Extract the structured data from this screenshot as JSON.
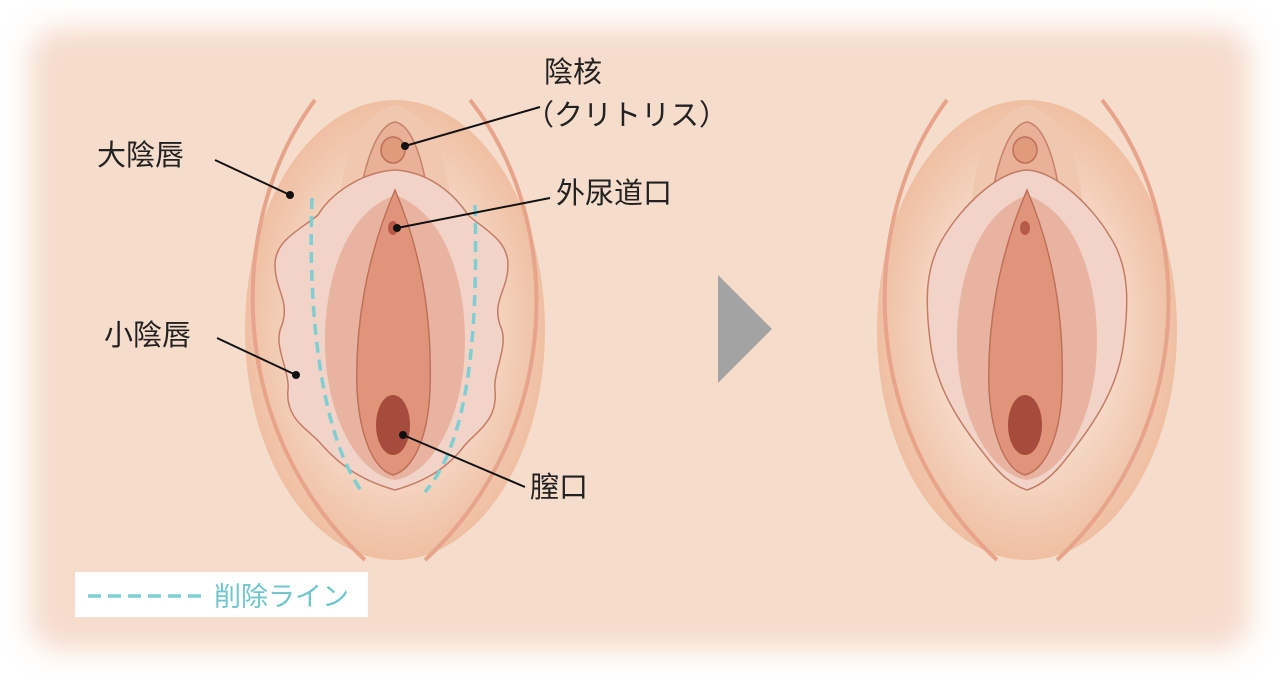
{
  "labels": {
    "clitoris": "陰核",
    "clitoris_sub": "（クリトリス）",
    "labia_majora": "大陰唇",
    "urethral_opening": "外尿道口",
    "labia_minora": "小陰唇",
    "vaginal_opening": "膣口"
  },
  "legend": {
    "removal_line": "削除ライン"
  },
  "colors": {
    "background": "#f5dccb",
    "labia_majora_stroke": "#e8a48a",
    "labia_minora_fill": "#f2d3c8",
    "vestibule_fill": "#e0957a",
    "vaginal_opening": "#a54c3c",
    "removal_line": "#7ecfd3",
    "arrow": "#a3a3a3"
  }
}
